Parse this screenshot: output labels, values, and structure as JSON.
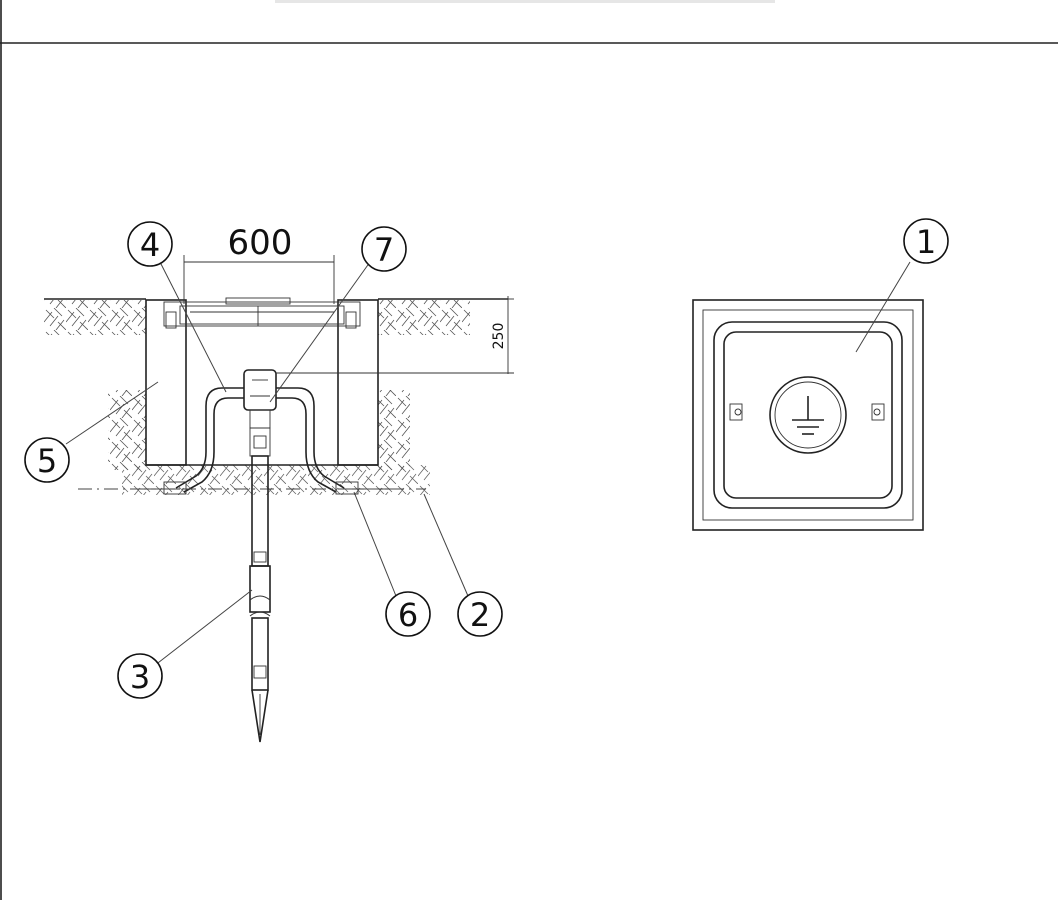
{
  "dimensions": {
    "width_label": "600",
    "depth_label": "250"
  },
  "callouts": {
    "c1": "1",
    "c2": "2",
    "c3": "3",
    "c4": "4",
    "c5": "5",
    "c6": "6",
    "c7": "7"
  },
  "icons": {
    "ground_symbol": "ground-icon"
  }
}
